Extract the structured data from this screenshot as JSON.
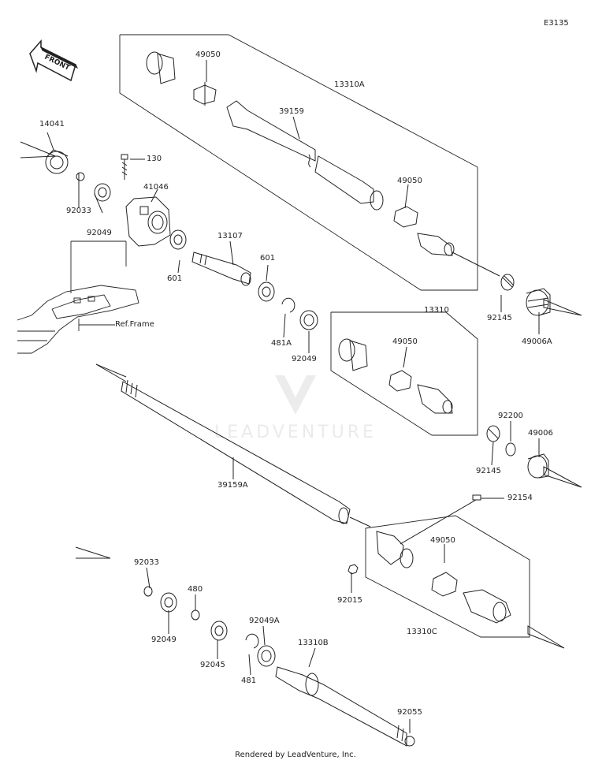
{
  "diagram_code": "E3135",
  "front_label": "FRONT",
  "watermark": "LEADVENTURE",
  "footer": "Rendered by LeadVenture, Inc.",
  "ref_frame": "Ref.Frame",
  "parts": {
    "p14041": "14041",
    "p130": "130",
    "p41046": "41046",
    "p92033_top": "92033",
    "p92049_top": "92049",
    "p601_left": "601",
    "p13107": "13107",
    "p601_right": "601",
    "p481A": "481A",
    "p92049_mid": "92049",
    "p13310A": "13310A",
    "p49050_a": "49050",
    "p39159": "39159",
    "p49050_b": "49050",
    "p92145_top": "92145",
    "p49006A": "49006A",
    "p13310": "13310",
    "p49050_c": "49050",
    "p92200": "92200",
    "p49006": "49006",
    "p92145_mid": "92145",
    "p39159A": "39159A",
    "p92154": "92154",
    "p92015": "92015",
    "p49050_d": "49050",
    "p13310C": "13310C",
    "p92033_bot": "92033",
    "p480": "480",
    "p92049_bot": "92049",
    "p92049A": "92049A",
    "p92045": "92045",
    "p481": "481",
    "p13310B": "13310B",
    "p92055": "92055"
  }
}
